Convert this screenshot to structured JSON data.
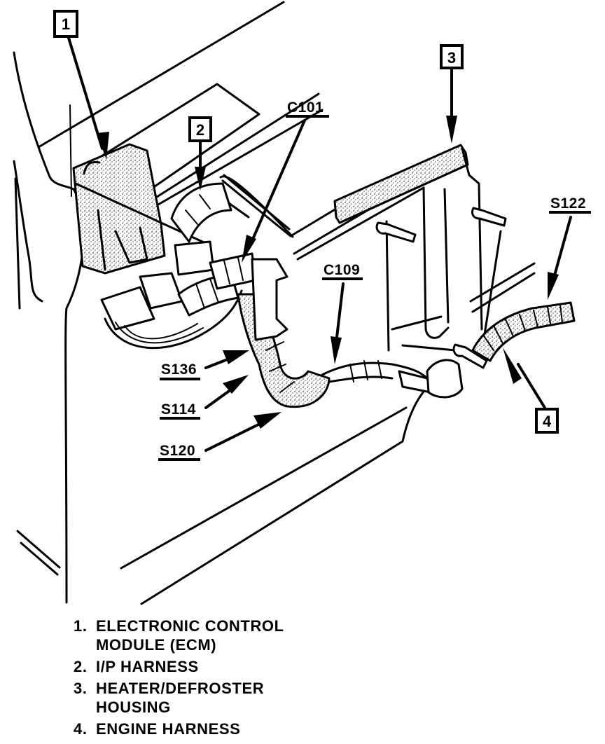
{
  "diagram": {
    "title": "",
    "callouts": [
      {
        "id": "1",
        "label": "1"
      },
      {
        "id": "2",
        "label": "2"
      },
      {
        "id": "3",
        "label": "3"
      },
      {
        "id": "4",
        "label": "4"
      }
    ],
    "connectors": [
      {
        "id": "C101",
        "label": "C101"
      },
      {
        "id": "C109",
        "label": "C109"
      }
    ],
    "splices": [
      {
        "id": "S122",
        "label": "S122"
      },
      {
        "id": "S136",
        "label": "S136"
      },
      {
        "id": "S114",
        "label": "S114"
      },
      {
        "id": "S120",
        "label": "S120"
      }
    ]
  },
  "legend": [
    {
      "number": "1.",
      "text": "ELECTRONIC CONTROL\nMODULE (ECM)"
    },
    {
      "number": "2.",
      "text": "I/P HARNESS"
    },
    {
      "number": "3.",
      "text": "HEATER/DEFROSTER\nHOUSING"
    },
    {
      "number": "4.",
      "text": "ENGINE HARNESS"
    }
  ]
}
